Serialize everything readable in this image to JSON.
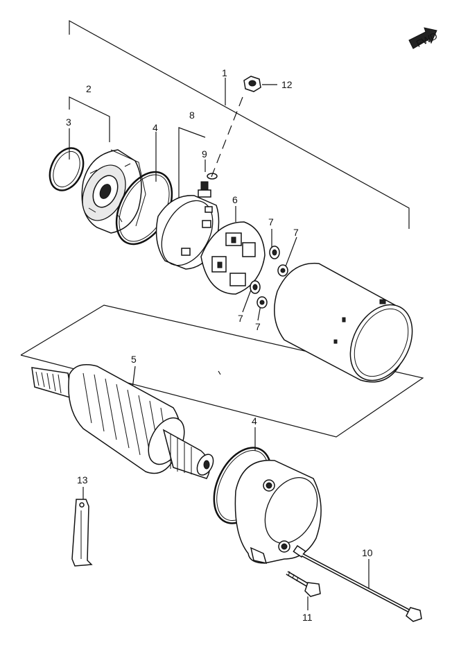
{
  "badge": {
    "text": "FWD"
  },
  "callouts": [
    {
      "id": "1",
      "text": "1"
    },
    {
      "id": "2",
      "text": "2"
    },
    {
      "id": "3",
      "text": "3"
    },
    {
      "id": "4a",
      "text": "4"
    },
    {
      "id": "4b",
      "text": "4"
    },
    {
      "id": "5",
      "text": "5"
    },
    {
      "id": "6",
      "text": "6"
    },
    {
      "id": "7a",
      "text": "7"
    },
    {
      "id": "7b",
      "text": "7"
    },
    {
      "id": "7c",
      "text": "7"
    },
    {
      "id": "7d",
      "text": "7"
    },
    {
      "id": "8",
      "text": "8"
    },
    {
      "id": "9",
      "text": "9"
    },
    {
      "id": "10",
      "text": "10"
    },
    {
      "id": "11",
      "text": "11"
    },
    {
      "id": "12",
      "text": "12"
    },
    {
      "id": "13",
      "text": "13"
    }
  ]
}
